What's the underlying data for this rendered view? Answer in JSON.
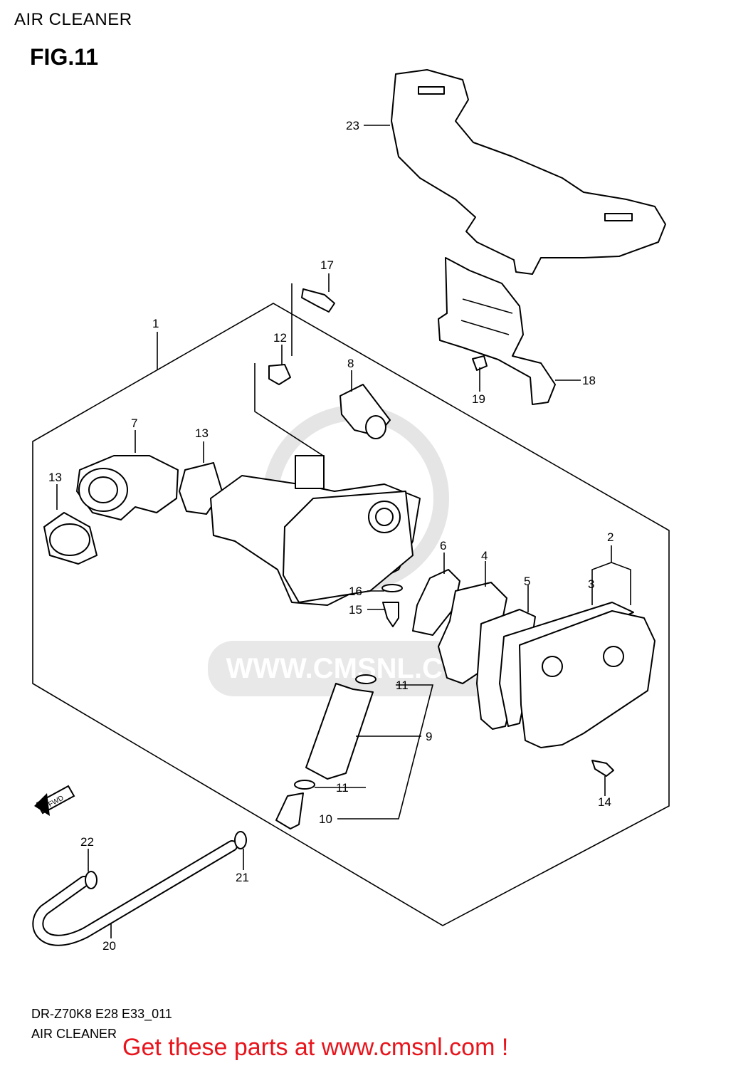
{
  "header": {
    "title": "AIR CLEANER",
    "figure": "FIG.11"
  },
  "watermark": {
    "text": "WWW.CMSNL.COM",
    "color": "#cfcfcf"
  },
  "fwd_label": "FWD",
  "callouts": [
    {
      "id": "1",
      "label": "1"
    },
    {
      "id": "2",
      "label": "2"
    },
    {
      "id": "3",
      "label": "3"
    },
    {
      "id": "4",
      "label": "4"
    },
    {
      "id": "5",
      "label": "5"
    },
    {
      "id": "6",
      "label": "6"
    },
    {
      "id": "7",
      "label": "7"
    },
    {
      "id": "8",
      "label": "8"
    },
    {
      "id": "9",
      "label": "9"
    },
    {
      "id": "10",
      "label": "10"
    },
    {
      "id": "11a",
      "label": "11"
    },
    {
      "id": "11b",
      "label": "11"
    },
    {
      "id": "12",
      "label": "12"
    },
    {
      "id": "13a",
      "label": "13"
    },
    {
      "id": "13b",
      "label": "13"
    },
    {
      "id": "14",
      "label": "14"
    },
    {
      "id": "15",
      "label": "15"
    },
    {
      "id": "16",
      "label": "16"
    },
    {
      "id": "17",
      "label": "17"
    },
    {
      "id": "18",
      "label": "18"
    },
    {
      "id": "19",
      "label": "19"
    },
    {
      "id": "20",
      "label": "20"
    },
    {
      "id": "21",
      "label": "21"
    },
    {
      "id": "22",
      "label": "22"
    },
    {
      "id": "23",
      "label": "23"
    }
  ],
  "footer": {
    "model_code": "DR-Z70K8 E28 E33_011",
    "section": "AIR CLEANER",
    "promo": "Get these parts at www.cmsnl.com !",
    "promo_color": "#e8141c"
  }
}
